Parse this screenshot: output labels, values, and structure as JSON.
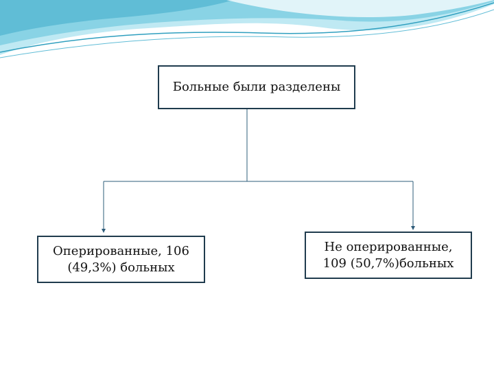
{
  "diagram": {
    "root": {
      "label": "Больные были разделены"
    },
    "children": [
      {
        "label": "Оперированные, 106\n(49,3%) больных"
      },
      {
        "label": "Не оперированные,\n109 (50,7%)больных"
      }
    ]
  },
  "colors": {
    "box_border": "#1f3b4d",
    "connector": "#2e5c7a",
    "wave_light": "#bfe9f3",
    "wave_mid": "#6fc6dc",
    "wave_dark": "#2f9fbf"
  }
}
